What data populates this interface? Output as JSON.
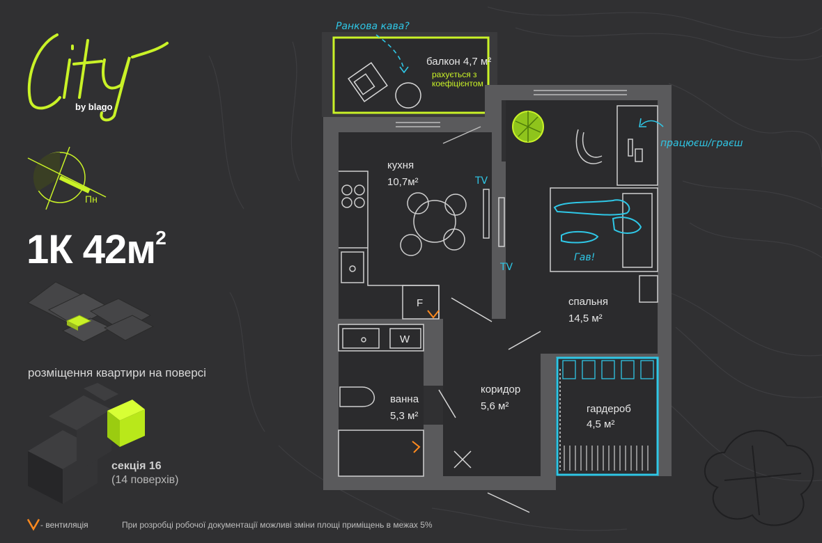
{
  "brand": {
    "logo_text": "City",
    "byline": "by blago"
  },
  "compass": {
    "label": "Пн"
  },
  "apartment": {
    "type": "1К",
    "area": "42м",
    "area_power": "2"
  },
  "floor_caption": "розміщення квартири на поверсі",
  "section": {
    "name": "секція 16",
    "floors": "(14 поверхів)"
  },
  "legend": {
    "ventilation_label": "- вентиляція"
  },
  "disclaimer": "При розробці робочої документації можливі зміни площі приміщень в межах 5%",
  "rooms": {
    "balcony": {
      "name": "балкон 4,7 м²",
      "note_line1": "рахується з",
      "note_line2": "коефіцієнтом"
    },
    "kitchen": {
      "name": "кухня",
      "area": "10,7м²"
    },
    "bedroom": {
      "name": "спальня",
      "area": "14,5 м²"
    },
    "bathroom": {
      "name": "ванна",
      "area": "5,3 м²"
    },
    "corridor": {
      "name": "коридор",
      "area": "5,6 м²"
    },
    "wardrobe": {
      "name": "гардероб",
      "area": "4,5 м²"
    }
  },
  "appliances": {
    "fridge": "F",
    "washer": "W",
    "tv_1": "TV",
    "tv_2": "TV"
  },
  "annotations": {
    "coffee": "Ранкова кава?",
    "work": "працюєш/граєш",
    "dog": "Гав!"
  },
  "colors": {
    "accent": "#c9f227",
    "cyan": "#2fc7e6",
    "vent": "#ff8a1e",
    "wall": "#5a5a5c",
    "floor": "#2b2b2d"
  }
}
